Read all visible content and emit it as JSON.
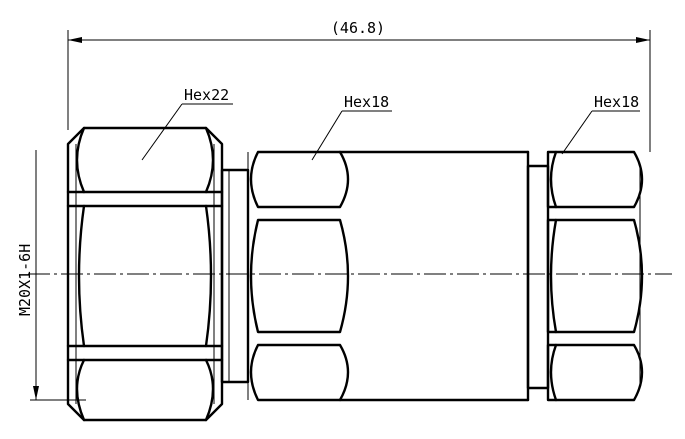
{
  "drawing": {
    "overall_dimension": "(46.8)",
    "thread_label": "M20X1-6H",
    "callouts": {
      "left_hex": "Hex22",
      "middle_hex": "Hex18",
      "right_hex": "Hex18"
    },
    "line_color": "#000000",
    "background": "#ffffff"
  }
}
